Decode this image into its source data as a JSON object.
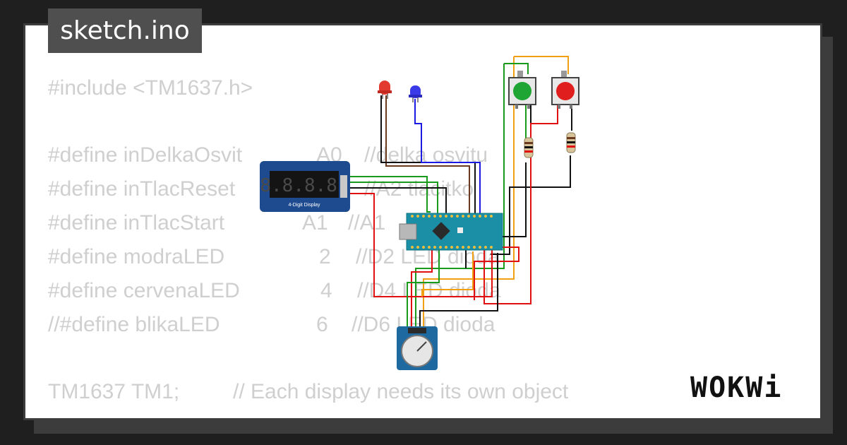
{
  "title": "sketch.ino",
  "code_lines": [
    {
      "text": "#include <TM1637.h>"
    },
    {
      "cols": [
        "#define inDelkaOsvit",
        "A0",
        "//delka osvitu"
      ]
    },
    {
      "cols": [
        "#define inTlacReset",
        "",
        "//A2 tlacitko"
      ]
    },
    {
      "cols": [
        "#define inTlacStart",
        "A1",
        "//A1"
      ]
    },
    {
      "cols": [
        "#define modraLED",
        "2",
        "//D2 LED dioda"
      ]
    },
    {
      "cols": [
        "#define cervenaLED",
        "4",
        "//D4 LED dioda"
      ]
    },
    {
      "cols": [
        "//#define blikaLED",
        "6",
        "//D6 LED dioda"
      ]
    },
    {
      "cols": [
        "TM1637 TM1;",
        "// Each display needs its own object"
      ]
    }
  ],
  "display": {
    "label": "4-Digit Display",
    "digits": "8.8.8.8."
  },
  "logo": "WOKWi",
  "colors": {
    "background": "#1f1f1f",
    "card": "#ffffff",
    "tag": "#4f4f4f",
    "code": "#cfcfcf",
    "board": "#1a8fa6",
    "display": "#1e4b8f"
  }
}
